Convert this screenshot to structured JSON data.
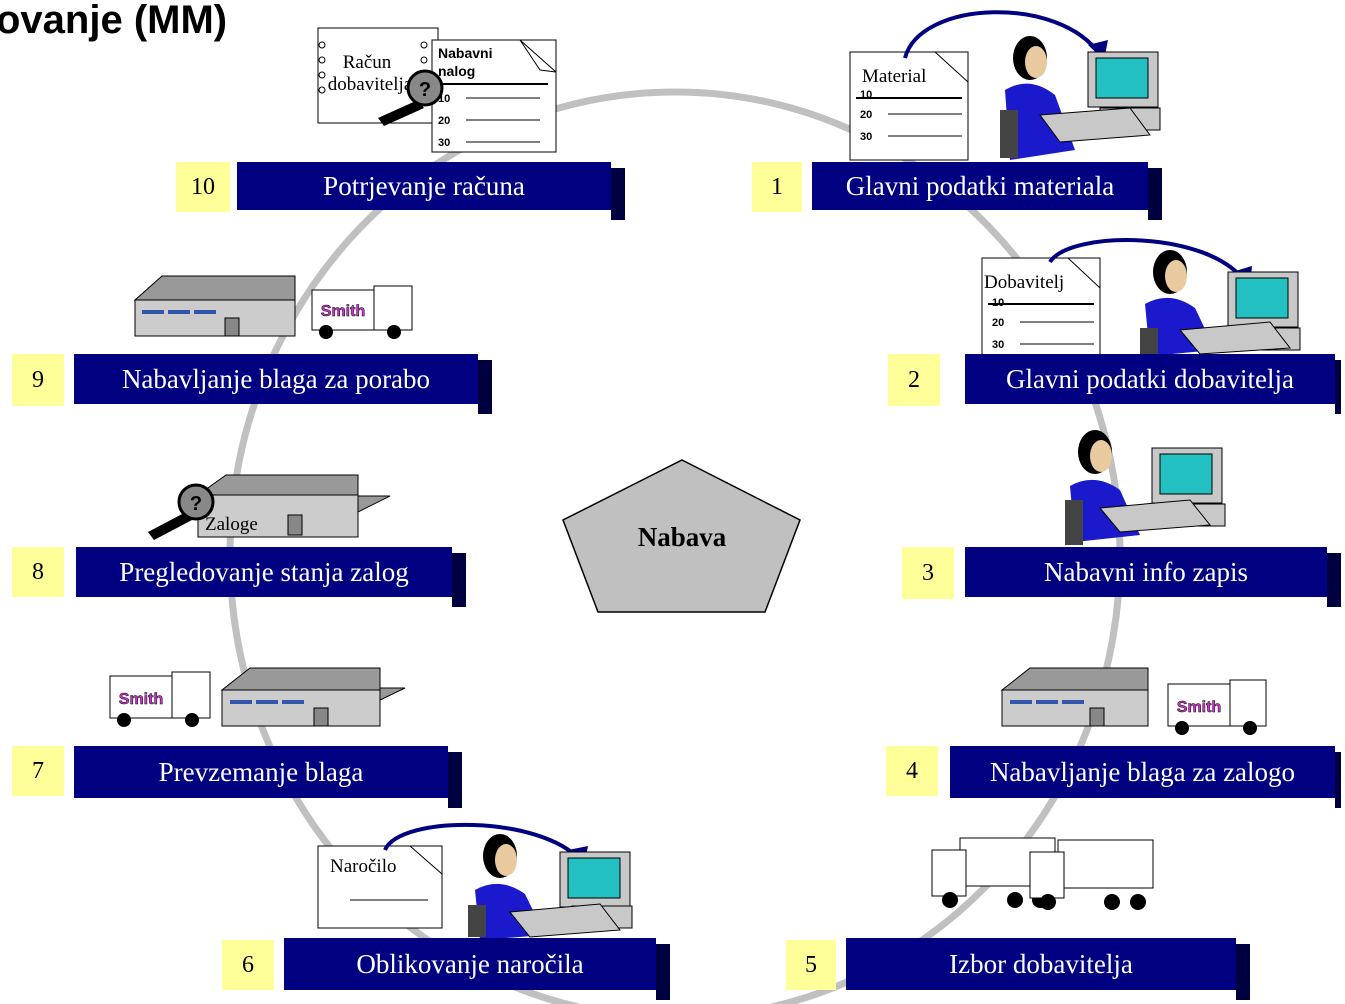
{
  "title": "ovanje (MM)",
  "center": "Nabava",
  "steps": [
    {
      "num": "1",
      "label": "Glavni podatki materiala"
    },
    {
      "num": "2",
      "label": "Glavni podatki dobavitelja"
    },
    {
      "num": "3",
      "label": "Nabavni info zapis"
    },
    {
      "num": "4",
      "label": "Nabavljanje blaga za zalogo"
    },
    {
      "num": "5",
      "label": "Izbor dobavitelja"
    },
    {
      "num": "6",
      "label": "Oblikovanje naročila"
    },
    {
      "num": "7",
      "label": "Prevzemanje blaga"
    },
    {
      "num": "8",
      "label": "Pregledovanje stanja zalog"
    },
    {
      "num": "9",
      "label": "Nabavljanje blaga za porabo"
    },
    {
      "num": "10",
      "label": "Potrjevanje računa"
    }
  ],
  "docs": {
    "material": "Material",
    "dobavitelj": "Dobavitelj",
    "narocilo": "Naročilo",
    "racun_line1": "Račun",
    "racun_line2": "dobavitelja",
    "nalog_line1": "Nabavni",
    "nalog_line2": "nalog",
    "zaloge": "Zaloge",
    "row10": "10",
    "row20": "20",
    "row30": "30",
    "truck_logo": "Smith",
    "question": "?"
  },
  "colors": {
    "bar": "#000080",
    "number_bg": "#ffff99",
    "circle": "#c0c0c0",
    "pentagon": "#c0c0c0"
  }
}
